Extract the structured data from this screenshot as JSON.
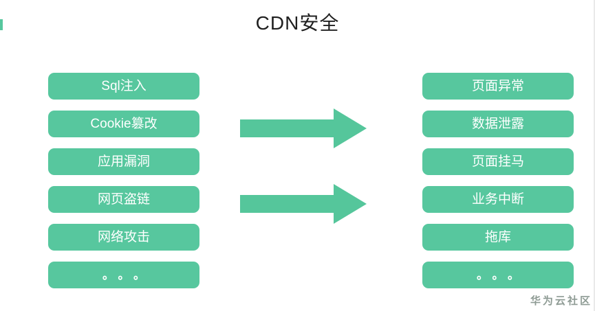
{
  "title": "CDN安全",
  "left_column": {
    "items": [
      "Sql注入",
      "Cookie篡改",
      "应用漏洞",
      "网页盗链",
      "网络攻击",
      "。。。"
    ]
  },
  "right_column": {
    "items": [
      "页面异常",
      "数据泄露",
      "页面挂马",
      "业务中断",
      "拖库",
      "。。。"
    ]
  },
  "watermark": "华为云社区",
  "colors": {
    "box_green": "#57C79E",
    "arrow_green": "#55C69B",
    "title_color": "#1F1F1F",
    "watermark_gray": "#8E9B94"
  }
}
